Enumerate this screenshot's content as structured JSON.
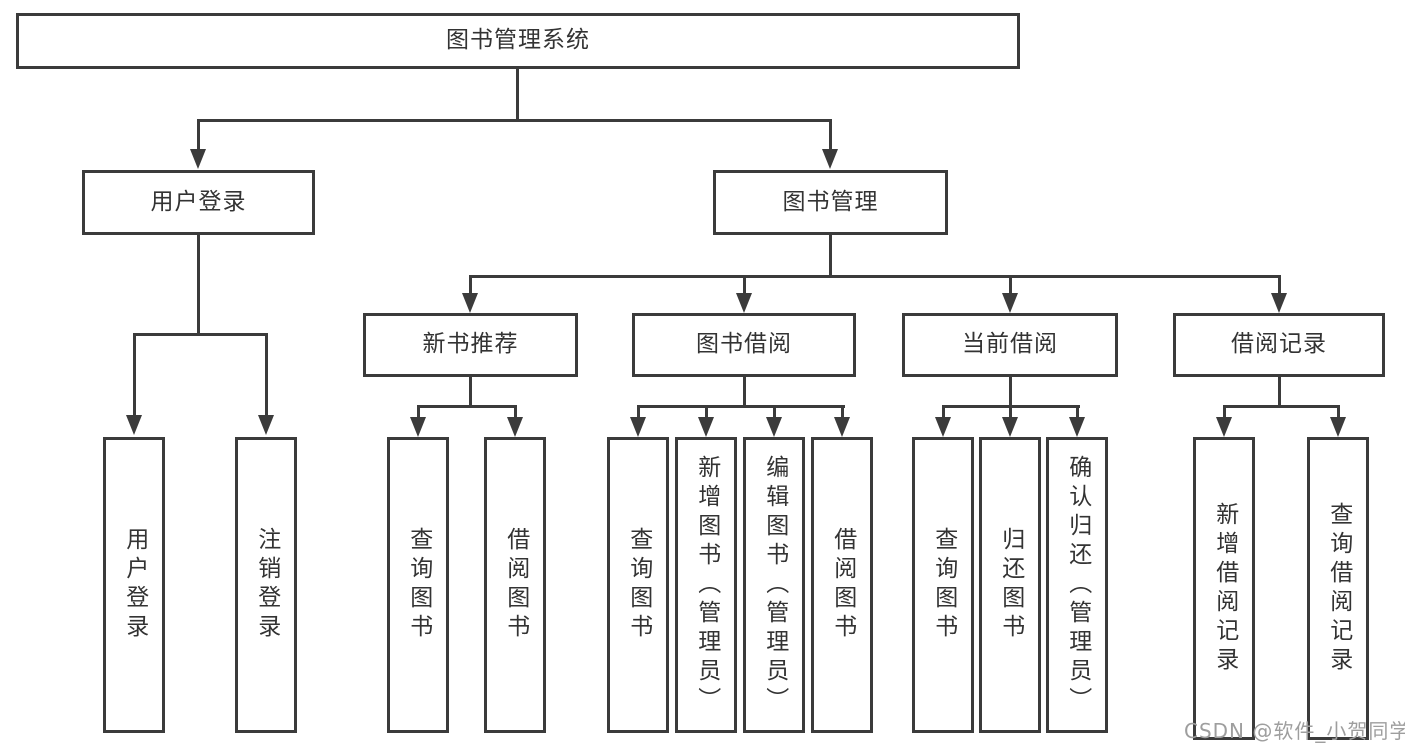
{
  "diagram": {
    "title": "图书管理系统",
    "root": {
      "label": "图书管理系统"
    },
    "login": {
      "label": "用户登录",
      "children": [
        {
          "label": "用户登录"
        },
        {
          "label": "注销登录"
        }
      ]
    },
    "management": {
      "label": "图书管理",
      "sections": [
        {
          "label": "新书推荐",
          "children": [
            {
              "label": "查询图书"
            },
            {
              "label": "借阅图书"
            }
          ]
        },
        {
          "label": "图书借阅",
          "children": [
            {
              "label": "查询图书"
            },
            {
              "label": "新增图书（管理员）"
            },
            {
              "label": "编辑图书（管理员）"
            },
            {
              "label": "借阅图书"
            }
          ]
        },
        {
          "label": "当前借阅",
          "children": [
            {
              "label": "查询图书"
            },
            {
              "label": "归还图书"
            },
            {
              "label": "确认归还（管理员）"
            }
          ]
        },
        {
          "label": "借阅记录",
          "children": [
            {
              "label": "新增借阅记录"
            },
            {
              "label": "查询借阅记录"
            }
          ]
        }
      ]
    },
    "colors": {
      "line": "#3b3b3b",
      "text": "#333333",
      "watermark_text": "#9e9e9e",
      "background": "#ffffff"
    }
  },
  "watermark": {
    "text": "CSDN @软件_小贺同学"
  }
}
